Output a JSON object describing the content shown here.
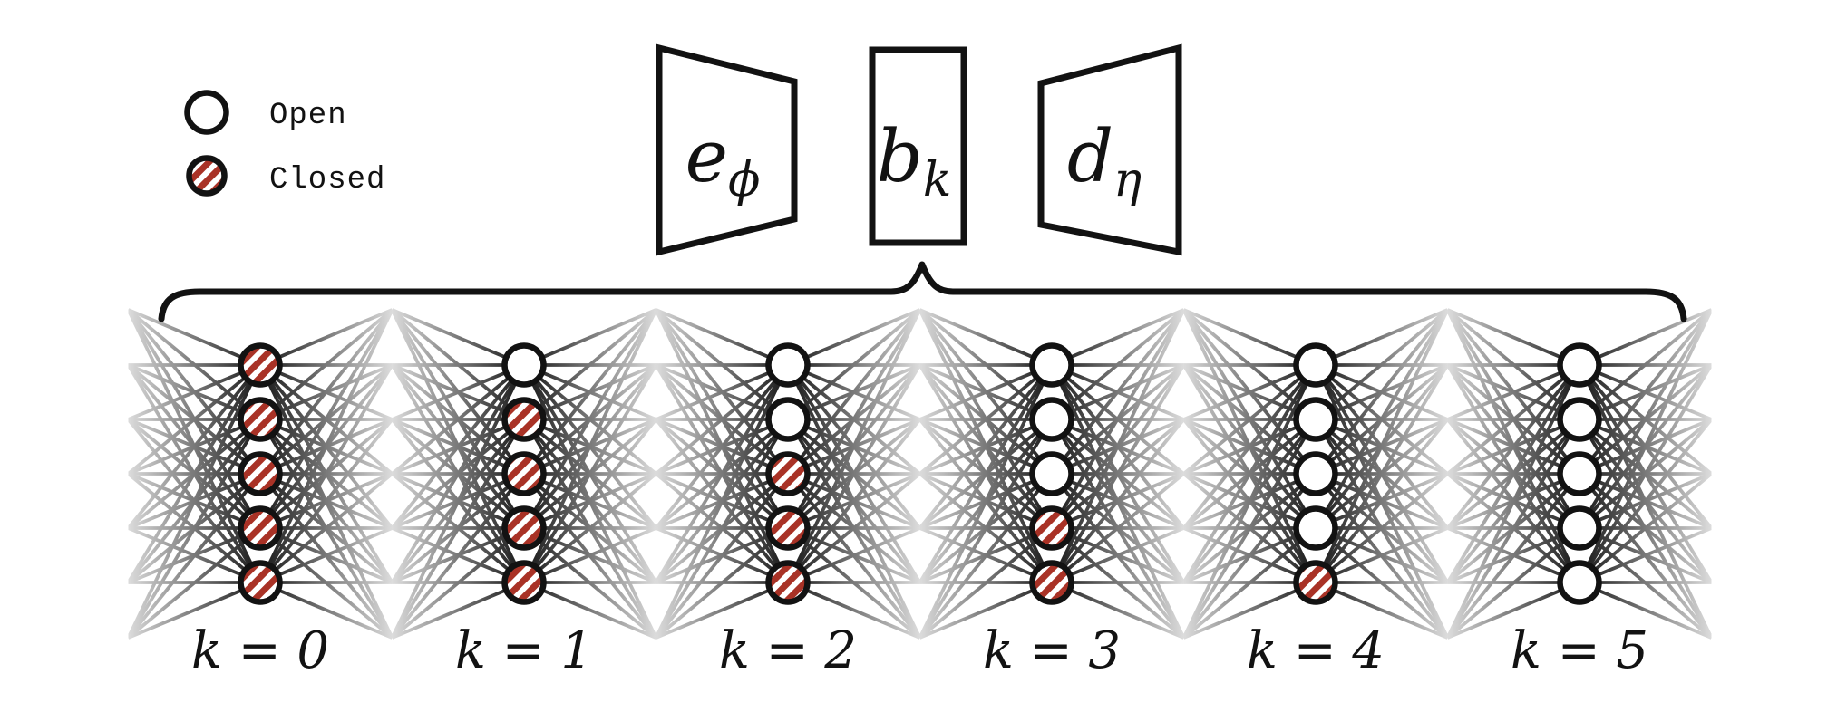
{
  "figure": {
    "legend": {
      "items": [
        {
          "state": "open",
          "label": "Open"
        },
        {
          "state": "closed",
          "label": "Closed"
        }
      ]
    },
    "pipeline": {
      "encoder": {
        "base": "e",
        "subscript": "ϕ"
      },
      "bottleneck": {
        "base": "b",
        "subscript": "k"
      },
      "decoder": {
        "base": "d",
        "subscript": "η"
      }
    },
    "columns": [
      {
        "label": "k = 0",
        "nodes": [
          "closed",
          "closed",
          "closed",
          "closed",
          "closed"
        ]
      },
      {
        "label": "k = 1",
        "nodes": [
          "open",
          "closed",
          "closed",
          "closed",
          "closed"
        ]
      },
      {
        "label": "k = 2",
        "nodes": [
          "open",
          "open",
          "closed",
          "closed",
          "closed"
        ]
      },
      {
        "label": "k = 3",
        "nodes": [
          "open",
          "open",
          "open",
          "closed",
          "closed"
        ]
      },
      {
        "label": "k = 4",
        "nodes": [
          "open",
          "open",
          "open",
          "open",
          "closed"
        ]
      },
      {
        "label": "k = 5",
        "nodes": [
          "open",
          "open",
          "open",
          "open",
          "open"
        ]
      }
    ],
    "colors": {
      "ink": "#121212",
      "closed_red": "#a93226",
      "connection_line": "#161616"
    }
  }
}
